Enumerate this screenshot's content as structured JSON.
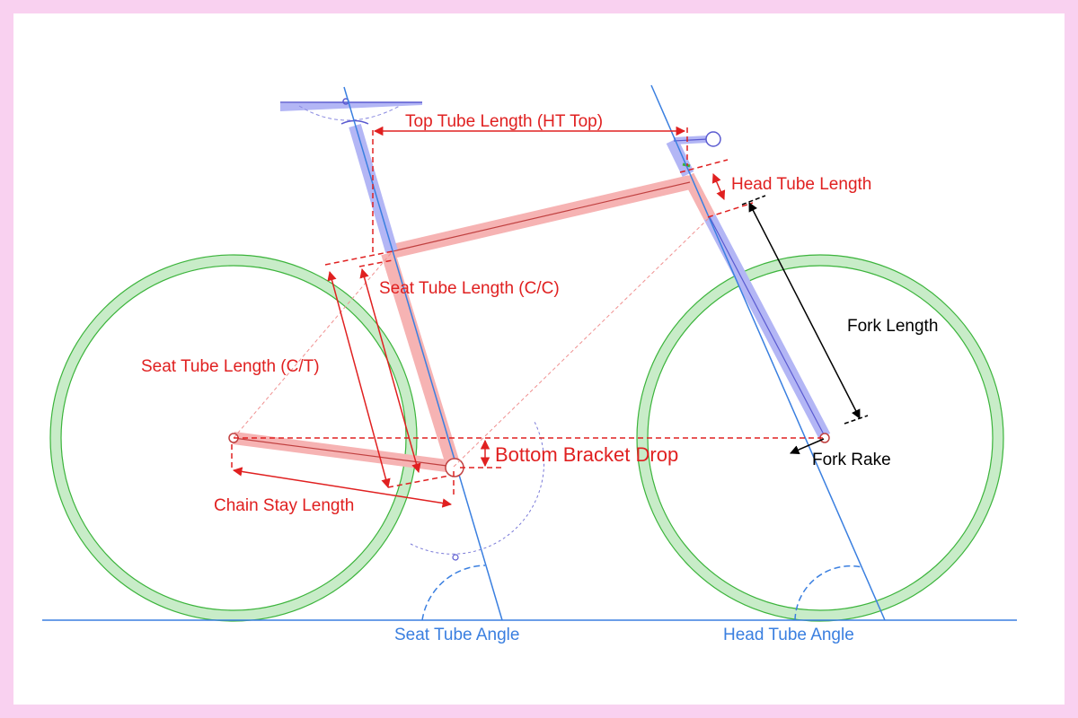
{
  "colors": {
    "border": "#f9d1f0",
    "dimension": "#e02020",
    "frame_highlight": "#f6b3b3",
    "fork_highlight": "#b3b6f5",
    "wheel": "#c8ecc8",
    "wheel_edge": "#3cb43c",
    "axis": "#3a7fe0",
    "black": "#000000"
  },
  "labels": {
    "top_tube_length": "Top Tube Length (HT Top)",
    "head_tube_length": "Head Tube Length",
    "seat_tube_length_cc": "Seat Tube Length (C/C)",
    "seat_tube_length_ct": "Seat Tube Length (C/T)",
    "fork_length": "Fork Length",
    "bottom_bracket_drop": "Bottom Bracket Drop",
    "fork_rake": "Fork Rake",
    "chain_stay_length": "Chain Stay Length",
    "seat_tube_angle": "Seat Tube Angle",
    "head_tube_angle": "Head Tube Angle"
  }
}
